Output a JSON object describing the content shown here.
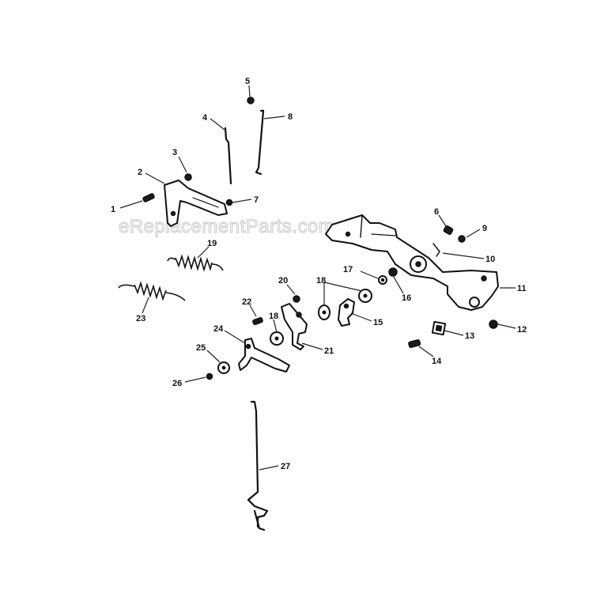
{
  "watermark": "eReplacementParts.com",
  "callouts": [
    "1",
    "2",
    "3",
    "4",
    "5",
    "6",
    "7",
    "8",
    "9",
    "10",
    "11",
    "12",
    "13",
    "14",
    "15",
    "16",
    "17",
    "18",
    "19",
    "20",
    "21",
    "22",
    "23",
    "24",
    "25",
    "26",
    "27"
  ],
  "colors": {
    "ink": "#111111",
    "background": "#ffffff",
    "watermark": "#d0d0d0"
  }
}
